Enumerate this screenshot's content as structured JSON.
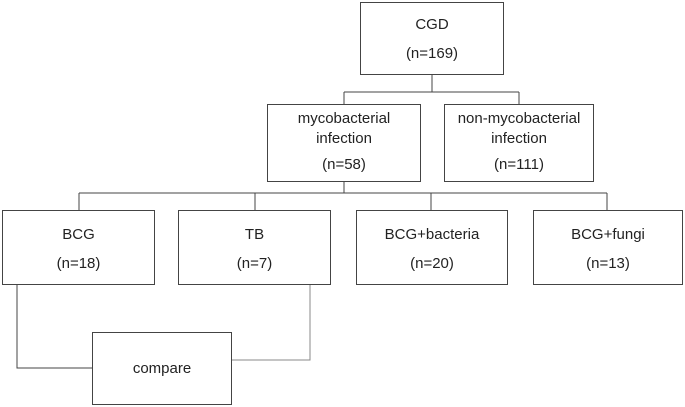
{
  "nodes": {
    "cgd": {
      "title": "CGD",
      "count": "(n=169)"
    },
    "myco": {
      "title_line1": "mycobacterial",
      "title_line2": "infection",
      "count": "(n=58)"
    },
    "nonmyco": {
      "title_line1": "non-mycobacterial",
      "title_line2": "infection",
      "count": "(n=111)"
    },
    "bcg": {
      "title": "BCG",
      "count": "(n=18)"
    },
    "tb": {
      "title": "TB",
      "count": "(n=7)"
    },
    "bcg_bacteria": {
      "title": "BCG+bacteria",
      "count": "(n=20)"
    },
    "bcg_fungi": {
      "title": "BCG+fungi",
      "count": "(n=13)"
    },
    "compare": {
      "title": "compare"
    }
  },
  "colors": {
    "border": "#444444",
    "line": "#444444",
    "line_light": "#888888"
  }
}
